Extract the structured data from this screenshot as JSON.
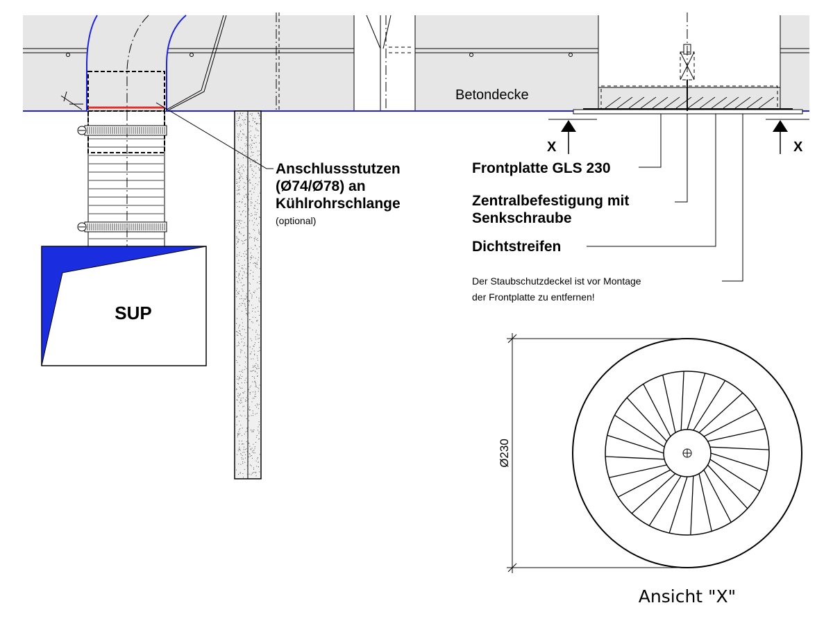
{
  "slab_label": "Betondecke",
  "section_marker": "X",
  "inlet_note": {
    "line1": "Anschlussstutzen",
    "line2": "(Ø74/Ø78)  an",
    "line3": "Kühlrohrschlange",
    "line4": "(optional)"
  },
  "callouts": {
    "front_plate": "Frontplatte GLS 230",
    "central_fixing_line1": "Zentralbefestigung mit",
    "central_fixing_line2": "Senkschraube",
    "sealing_strip": "Dichtstreifen",
    "dust_cover_line1": "Der Staubschutzdeckel ist vor  Montage",
    "dust_cover_line2": "der Frontplatte zu entfernen!"
  },
  "box_label": "SUP",
  "diameter_label": "Ø230",
  "view_label": "Ansicht \"X\"",
  "colors": {
    "slab_fill": "#e6e6e6",
    "ceiling_line": "#1e22d8",
    "accent_blue": "#1a2ee0",
    "seal_red": "#e0302a"
  }
}
